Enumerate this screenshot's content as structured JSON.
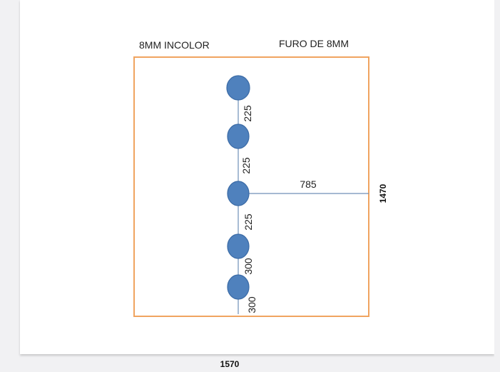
{
  "labels": {
    "glass_type": "8MM INCOLOR",
    "hole_size": "FURO DE 8MM",
    "horizontal_offset": "785",
    "height": "1470",
    "width": "1570"
  },
  "spacings": [
    "225",
    "225",
    "225",
    "300",
    "300"
  ],
  "colors": {
    "panel_border": "#f0a460",
    "hole_fill": "#4f81bd",
    "hole_stroke": "#3a6aa5",
    "line": "#6f8fb8",
    "page": "#ffffff",
    "background": "#f1f1f3"
  }
}
